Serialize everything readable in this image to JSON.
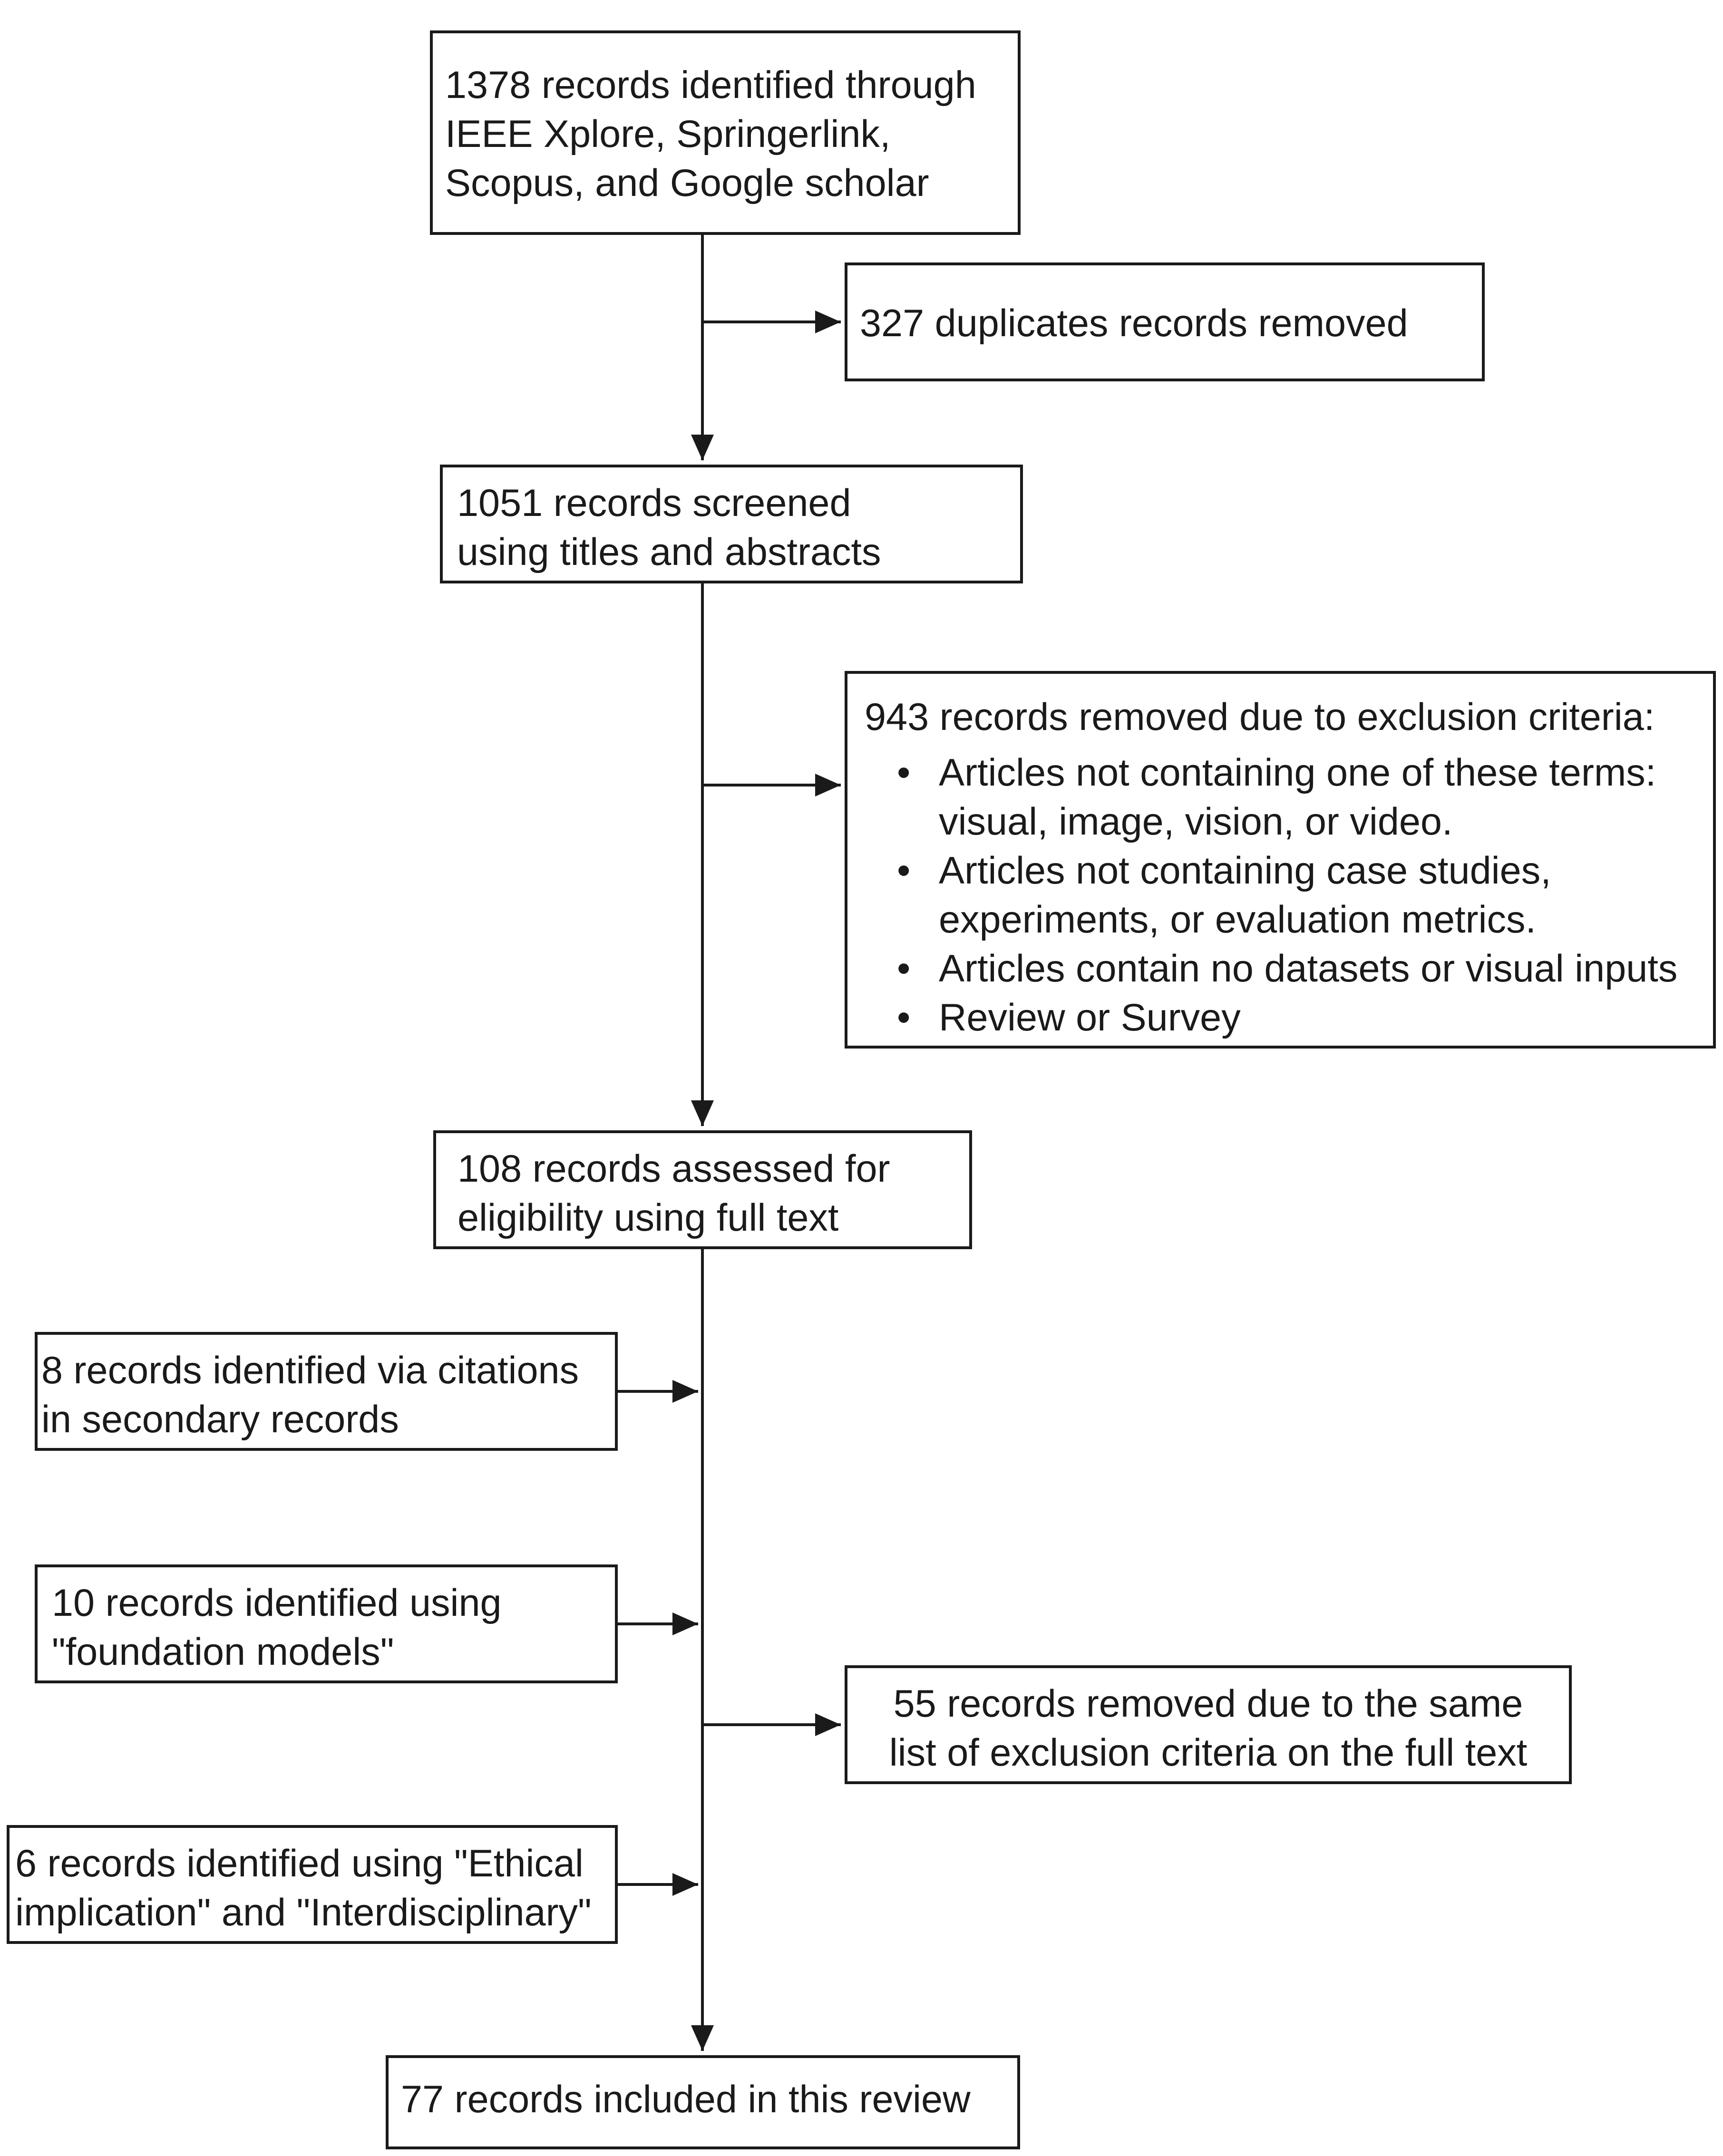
{
  "flowchart": {
    "identified": {
      "lines": [
        "1378 records identified through",
        "IEEE Xplore, Springerlink,",
        "Scopus, and Google scholar"
      ]
    },
    "duplicates_removed": {
      "lines": [
        "327 duplicates records removed"
      ]
    },
    "screened": {
      "lines": [
        "1051 records screened",
        "using titles and abstracts"
      ]
    },
    "exclusion": {
      "heading": "943 records removed due to exclusion criteria:",
      "criteria": [
        {
          "lines": [
            "Articles not containing one of these terms:",
            "visual, image, vision, or video."
          ]
        },
        {
          "lines": [
            "Articles not containing case studies,",
            "experiments, or evaluation metrics."
          ]
        },
        {
          "lines": [
            "Articles contain no datasets or visual inputs"
          ]
        },
        {
          "lines": [
            "Review or Survey"
          ]
        }
      ]
    },
    "assessed": {
      "lines": [
        "108 records assessed for",
        "eligibility using full text"
      ]
    },
    "citations": {
      "lines": [
        "8 records identified via citations",
        "in secondary records"
      ]
    },
    "foundation_models": {
      "lines": [
        "10 records identified using",
        "\"foundation models\""
      ]
    },
    "fulltext_removed": {
      "lines": [
        "55 records removed due to the same",
        "list of exclusion criteria on the full text"
      ]
    },
    "ethical": {
      "lines": [
        "6 records identified using \"Ethical",
        "implication\" and \"Interdisciplinary\""
      ]
    },
    "included": {
      "lines": [
        "77 records included in this review"
      ]
    }
  }
}
